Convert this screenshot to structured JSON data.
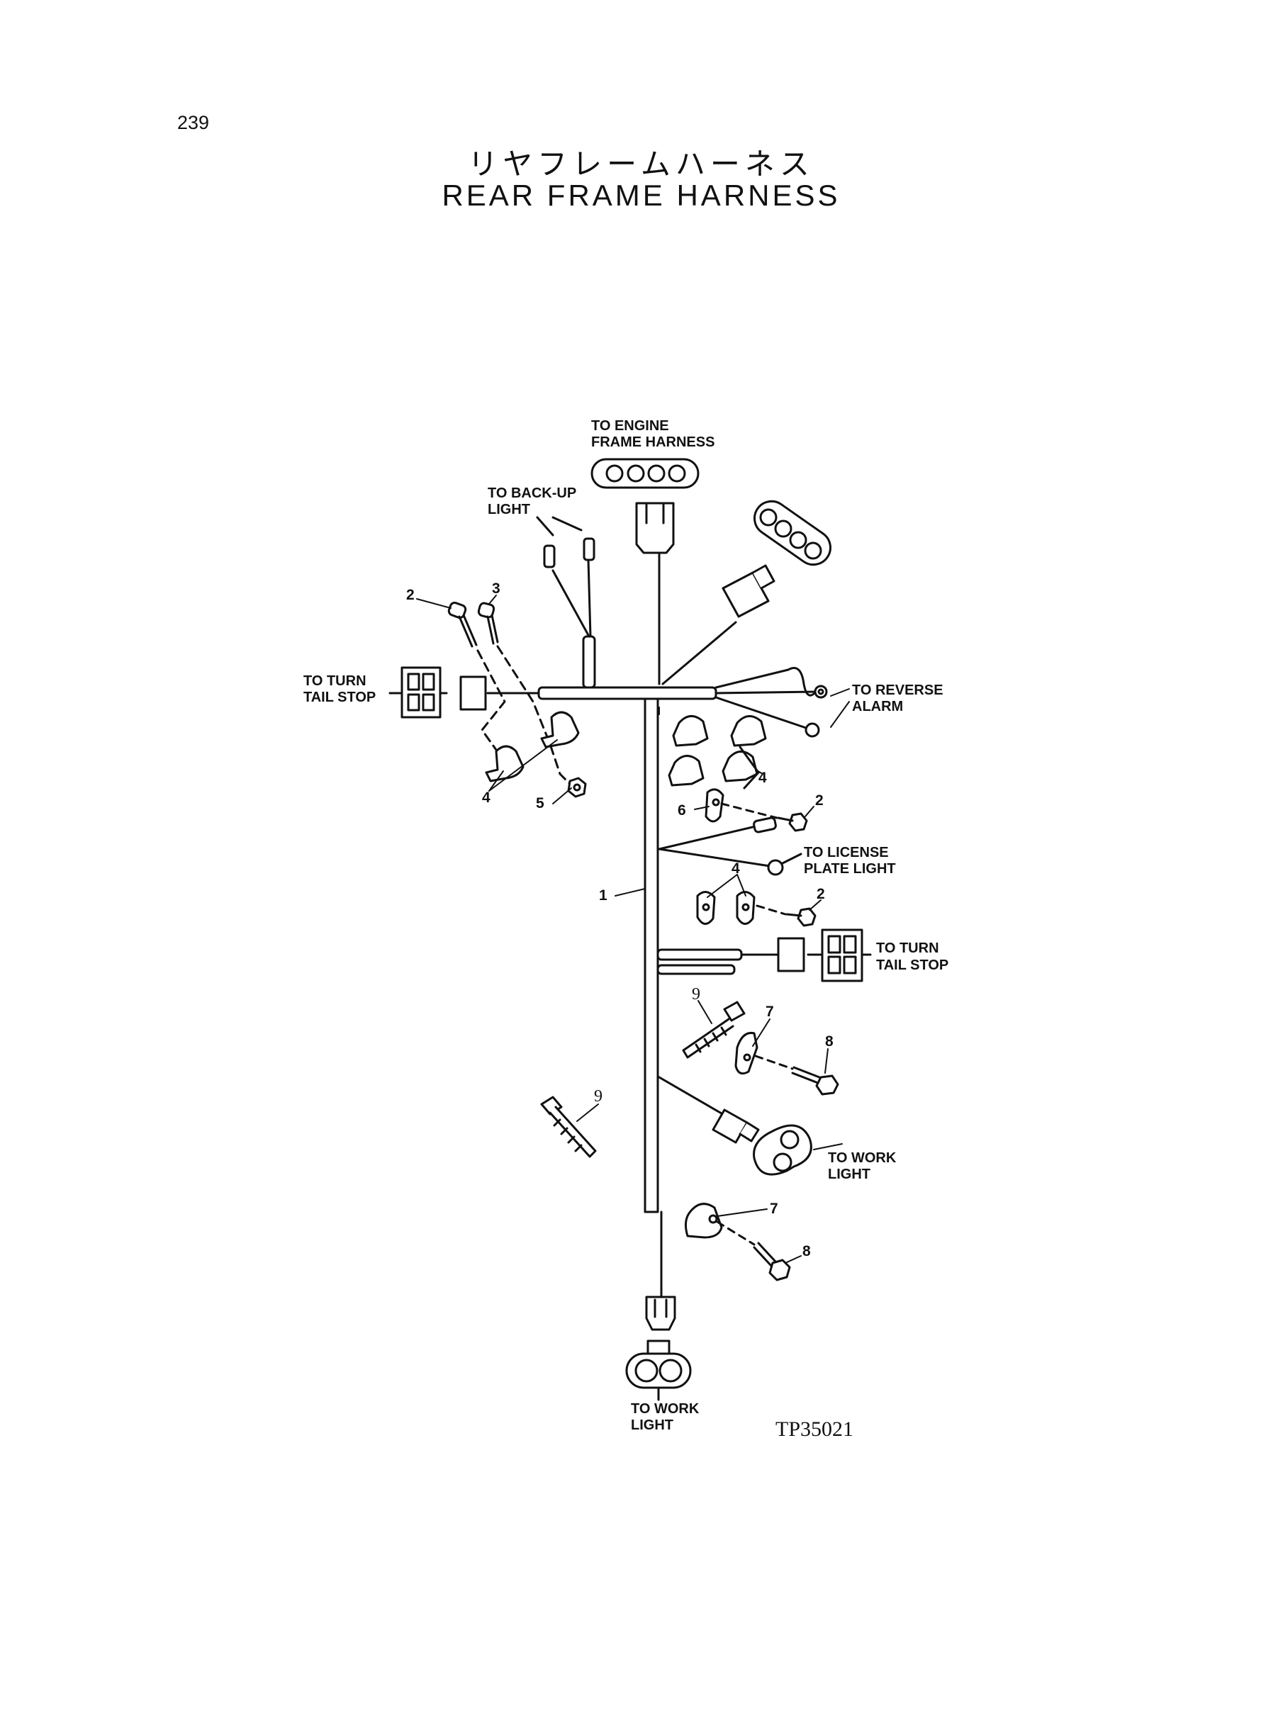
{
  "page_number": "239",
  "title_ja": "リヤフレームハーネス",
  "title_en": "REAR FRAME HARNESS",
  "figure_id": "TP35021",
  "labels": {
    "engine_frame_harness": [
      "TO ENGINE",
      "FRAME HARNESS"
    ],
    "back_up_light": [
      "TO BACK-UP",
      "LIGHT"
    ],
    "turn_tail_stop_left": [
      "TO TURN",
      "TAIL STOP"
    ],
    "reverse_alarm": [
      "TO REVERSE",
      "ALARM"
    ],
    "license_plate_light": [
      "TO LICENSE",
      "PLATE LIGHT"
    ],
    "turn_tail_stop_right": [
      "TO TURN",
      "TAIL STOP"
    ],
    "work_light_right": [
      "TO WORK",
      "LIGHT"
    ],
    "work_light_bottom": [
      "TO WORK",
      "LIGHT"
    ]
  },
  "callouts": {
    "c1": "1",
    "c2_left": "2",
    "c3": "3",
    "c4_left": "4",
    "c5": "5",
    "c4_upper_right": "4",
    "c6": "6",
    "c2_upper_right": "2",
    "c4_mid_right": "4",
    "c2_mid_right": "2",
    "c9_upper": "9",
    "c7_upper": "7",
    "c8_upper": "8",
    "c9_left": "9",
    "c7_lower": "7",
    "c8_lower": "8"
  }
}
